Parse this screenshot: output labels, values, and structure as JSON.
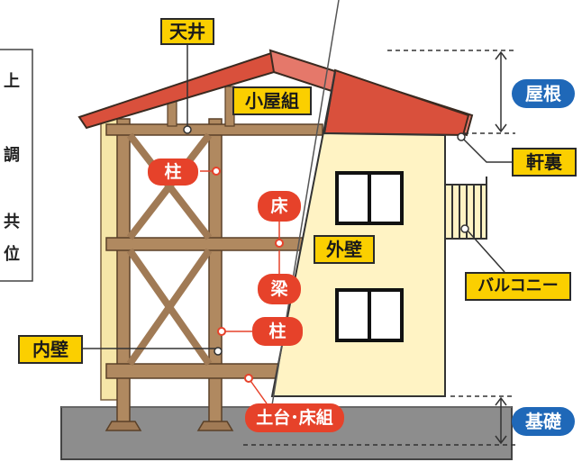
{
  "labels": {
    "tenjo": "天井",
    "koyagumi": "小屋組",
    "hashira_upper": "柱",
    "yuka": "床",
    "gaiheki": "外壁",
    "hari": "梁",
    "hashira_lower": "柱",
    "naiheki": "内壁",
    "dodai_yukagumi": "土台･床組",
    "yane": "屋根",
    "nokiura": "軒裏",
    "balcony": "バルコニー",
    "kiso": "基礎"
  },
  "side_text": [
    "上",
    "調",
    "共",
    "位"
  ],
  "colors": {
    "roof": "#d9503c",
    "wall": "#fff3c4",
    "frame": "#a07a55",
    "foundation": "#8a8a8a",
    "label_yellow": "#fbcf00",
    "label_red": "#e6422a",
    "label_blue": "#1f68b8"
  }
}
